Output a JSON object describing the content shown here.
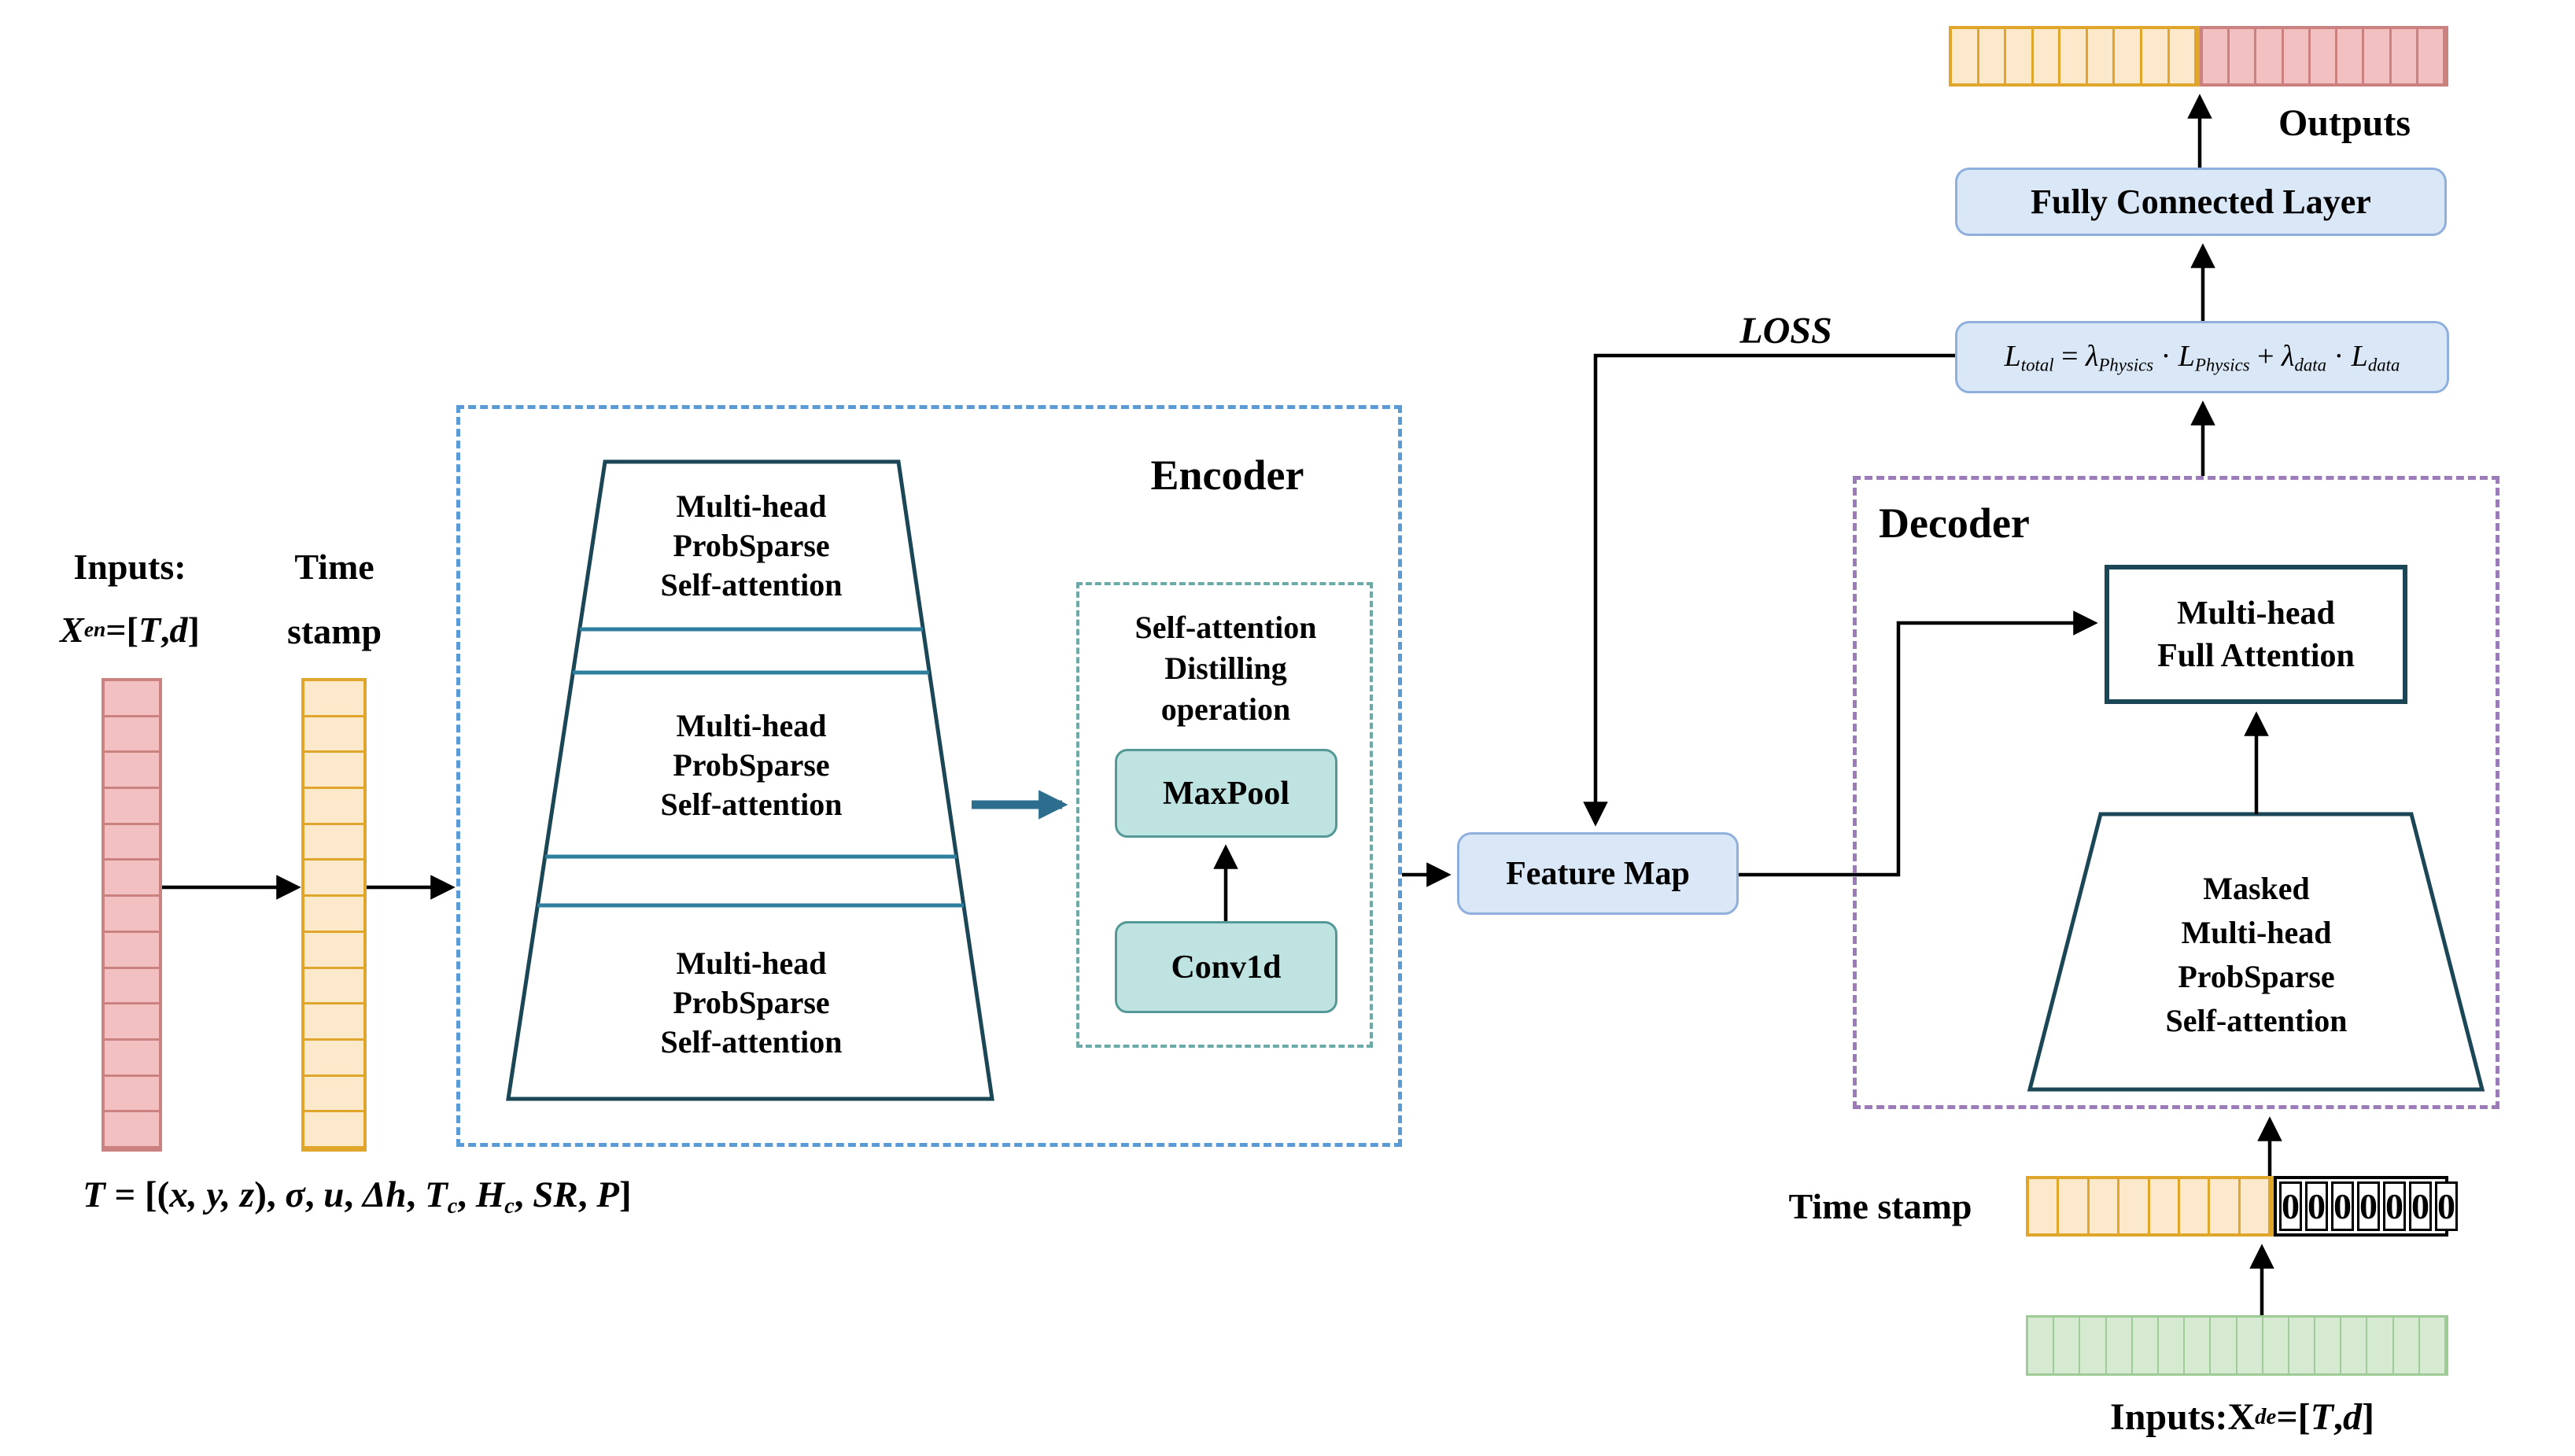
{
  "encoder": {
    "label": "Encoder",
    "attention_block_lines": [
      "Multi-head",
      "ProbSparse",
      "Self-attention"
    ],
    "blocks_count": 3,
    "distill_title_lines": [
      "Self-attention",
      "Distilling",
      "operation"
    ],
    "maxpool_label": "MaxPool",
    "conv1d_label": "Conv1d"
  },
  "decoder": {
    "label": "Decoder",
    "full_attention_lines": [
      "Multi-head",
      "Full Attention"
    ],
    "masked_block_lines": [
      "Masked",
      "Multi-head",
      "ProbSparse",
      "Self-attention"
    ]
  },
  "io": {
    "outputs_label": "Outputs",
    "fully_connected_label": "Fully Connected Layer",
    "feature_map_label": "Feature Map",
    "loss_label": "LOSS",
    "loss_formula_tokens": [
      {
        "t": "L",
        "i": true
      },
      {
        "t": "total",
        "s": true
      },
      {
        "t": " = "
      },
      {
        "t": "λ",
        "i": true
      },
      {
        "t": "Physics",
        "s": true
      },
      {
        "t": " · "
      },
      {
        "t": "L",
        "i": true
      },
      {
        "t": "Physics",
        "s": true
      },
      {
        "t": " + "
      },
      {
        "t": "λ",
        "i": true
      },
      {
        "t": "data",
        "s": true
      },
      {
        "t": " · "
      },
      {
        "t": "L",
        "i": true
      },
      {
        "t": "data",
        "s": true
      }
    ],
    "encoder_inputs_title": "Inputs:",
    "encoder_inputs_formula_tokens": [
      {
        "t": "X",
        "i": true
      },
      {
        "t": "en",
        "s": true
      },
      {
        "t": " =["
      },
      {
        "t": "T",
        "i": true
      },
      {
        "t": ", "
      },
      {
        "t": "d",
        "i": true
      },
      {
        "t": "]"
      }
    ],
    "time_stamp_lines": [
      "Time",
      "stamp"
    ],
    "t_formula_tokens": [
      {
        "t": "T",
        "i": true
      },
      {
        "t": " = [("
      },
      {
        "t": "x, y, z",
        "i": true
      },
      {
        "t": "), "
      },
      {
        "t": "σ",
        "i": true
      },
      {
        "t": ", "
      },
      {
        "t": "u",
        "i": true
      },
      {
        "t": ", "
      },
      {
        "t": "Δh",
        "i": true
      },
      {
        "t": ", "
      },
      {
        "t": "T",
        "i": true
      },
      {
        "t": "c",
        "s": true
      },
      {
        "t": ", "
      },
      {
        "t": "H",
        "i": true
      },
      {
        "t": "c",
        "s": true
      },
      {
        "t": ", "
      },
      {
        "t": "SR",
        "i": true
      },
      {
        "t": ", "
      },
      {
        "t": "P",
        "i": true
      },
      {
        "t": "]"
      }
    ],
    "decoder_time_stamp_label": "Time stamp",
    "decoder_inputs_formula_tokens": [
      {
        "t": "Inputs: "
      },
      {
        "t": "X"
      },
      {
        "t": "de",
        "s": true
      },
      {
        "t": "=["
      },
      {
        "t": "T",
        "i": true
      },
      {
        "t": ", "
      },
      {
        "t": "d",
        "i": true
      },
      {
        "t": "]"
      }
    ],
    "zero_char": "0"
  },
  "bars": {
    "output_known_cells": 9,
    "output_pred_cells": 9,
    "encoder_input_cells": 13,
    "encoder_timestamp_cells": 13,
    "decoder_timestamp_cells": 8,
    "decoder_zero_cells": 7,
    "decoder_input_cells": 16
  },
  "colors": {
    "box_blue_fill": "#DAE7F6",
    "box_blue_border": "#8FB0DC",
    "encoder_dash": "#5B9BD5",
    "distill_dash": "#6AABA8",
    "decoder_dash": "#9C7BB9",
    "teal_fill": "#BFE3E0",
    "teal_border": "#549996",
    "outline_dark": "#1B4656",
    "divider_steel": "#2E7E9E",
    "arrow_teal": "#2D6E8F",
    "orange_border": "#DFA62B",
    "orange_fill": "#FCE8CB",
    "pink_border": "#CC8181",
    "pink_fill": "#F2C0C0",
    "green_border": "#9FCB97",
    "green_fill": "#D6EAD1",
    "arrow_black": "#000000"
  }
}
